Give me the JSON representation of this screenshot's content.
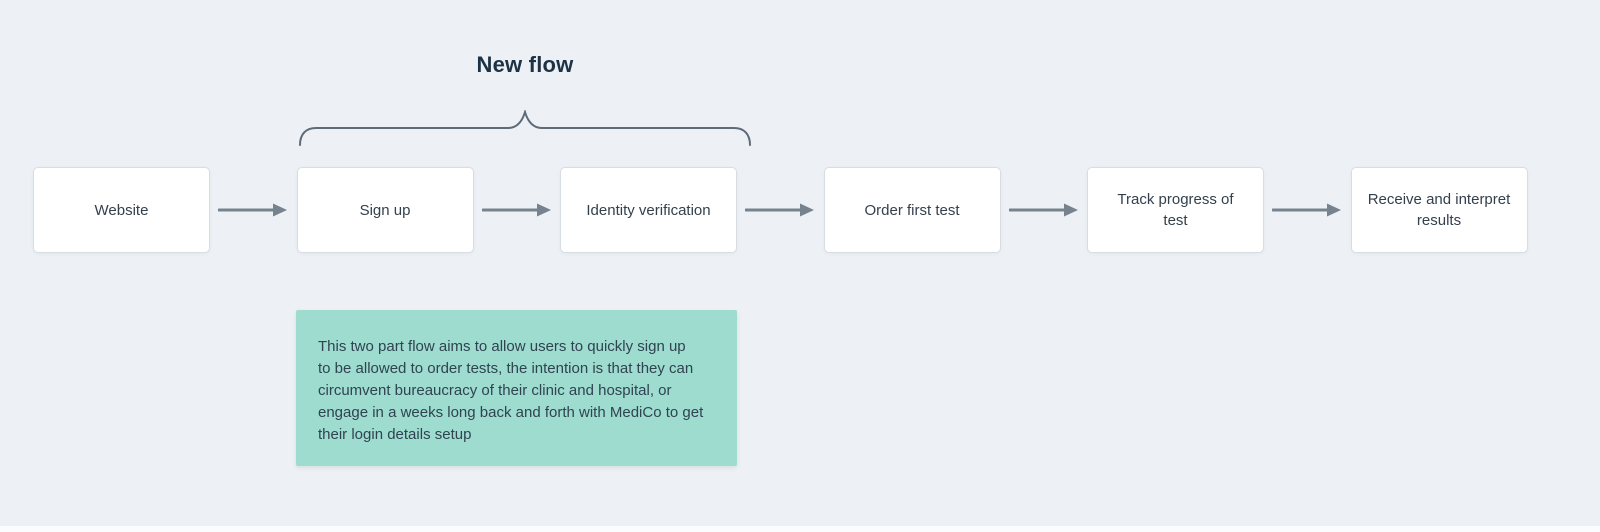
{
  "title": {
    "label": "New flow"
  },
  "flow": {
    "steps": [
      {
        "label": "Website"
      },
      {
        "label": "Sign up"
      },
      {
        "label": "Identity verification"
      },
      {
        "label": "Order first test"
      },
      {
        "label": "Track progress of\ntest"
      },
      {
        "label": "Receive and interpret\nresults"
      }
    ]
  },
  "note": {
    "text": "This two part flow aims to allow users to quickly sign up\nto be allowed to order tests, the intention is that they can\ncircumvent bureaucracy of their clinic and hospital, or\nengage in a weeks long back and forth with MediCo to get\ntheir login details setup"
  },
  "annotation": {
    "brace_span": "Sign up + Identity verification"
  },
  "colors": {
    "background": "#EDF1F5",
    "box_fill": "#FFFFFF",
    "box_border": "#D8DDE3",
    "box_text": "#33404D",
    "arrow": "#77828F",
    "brace": "#5F6B78",
    "note_fill": "#9EDCD0",
    "note_text": "#2F4350",
    "title": "#1D3245",
    "bottom_strip": "#FBFCFD"
  }
}
